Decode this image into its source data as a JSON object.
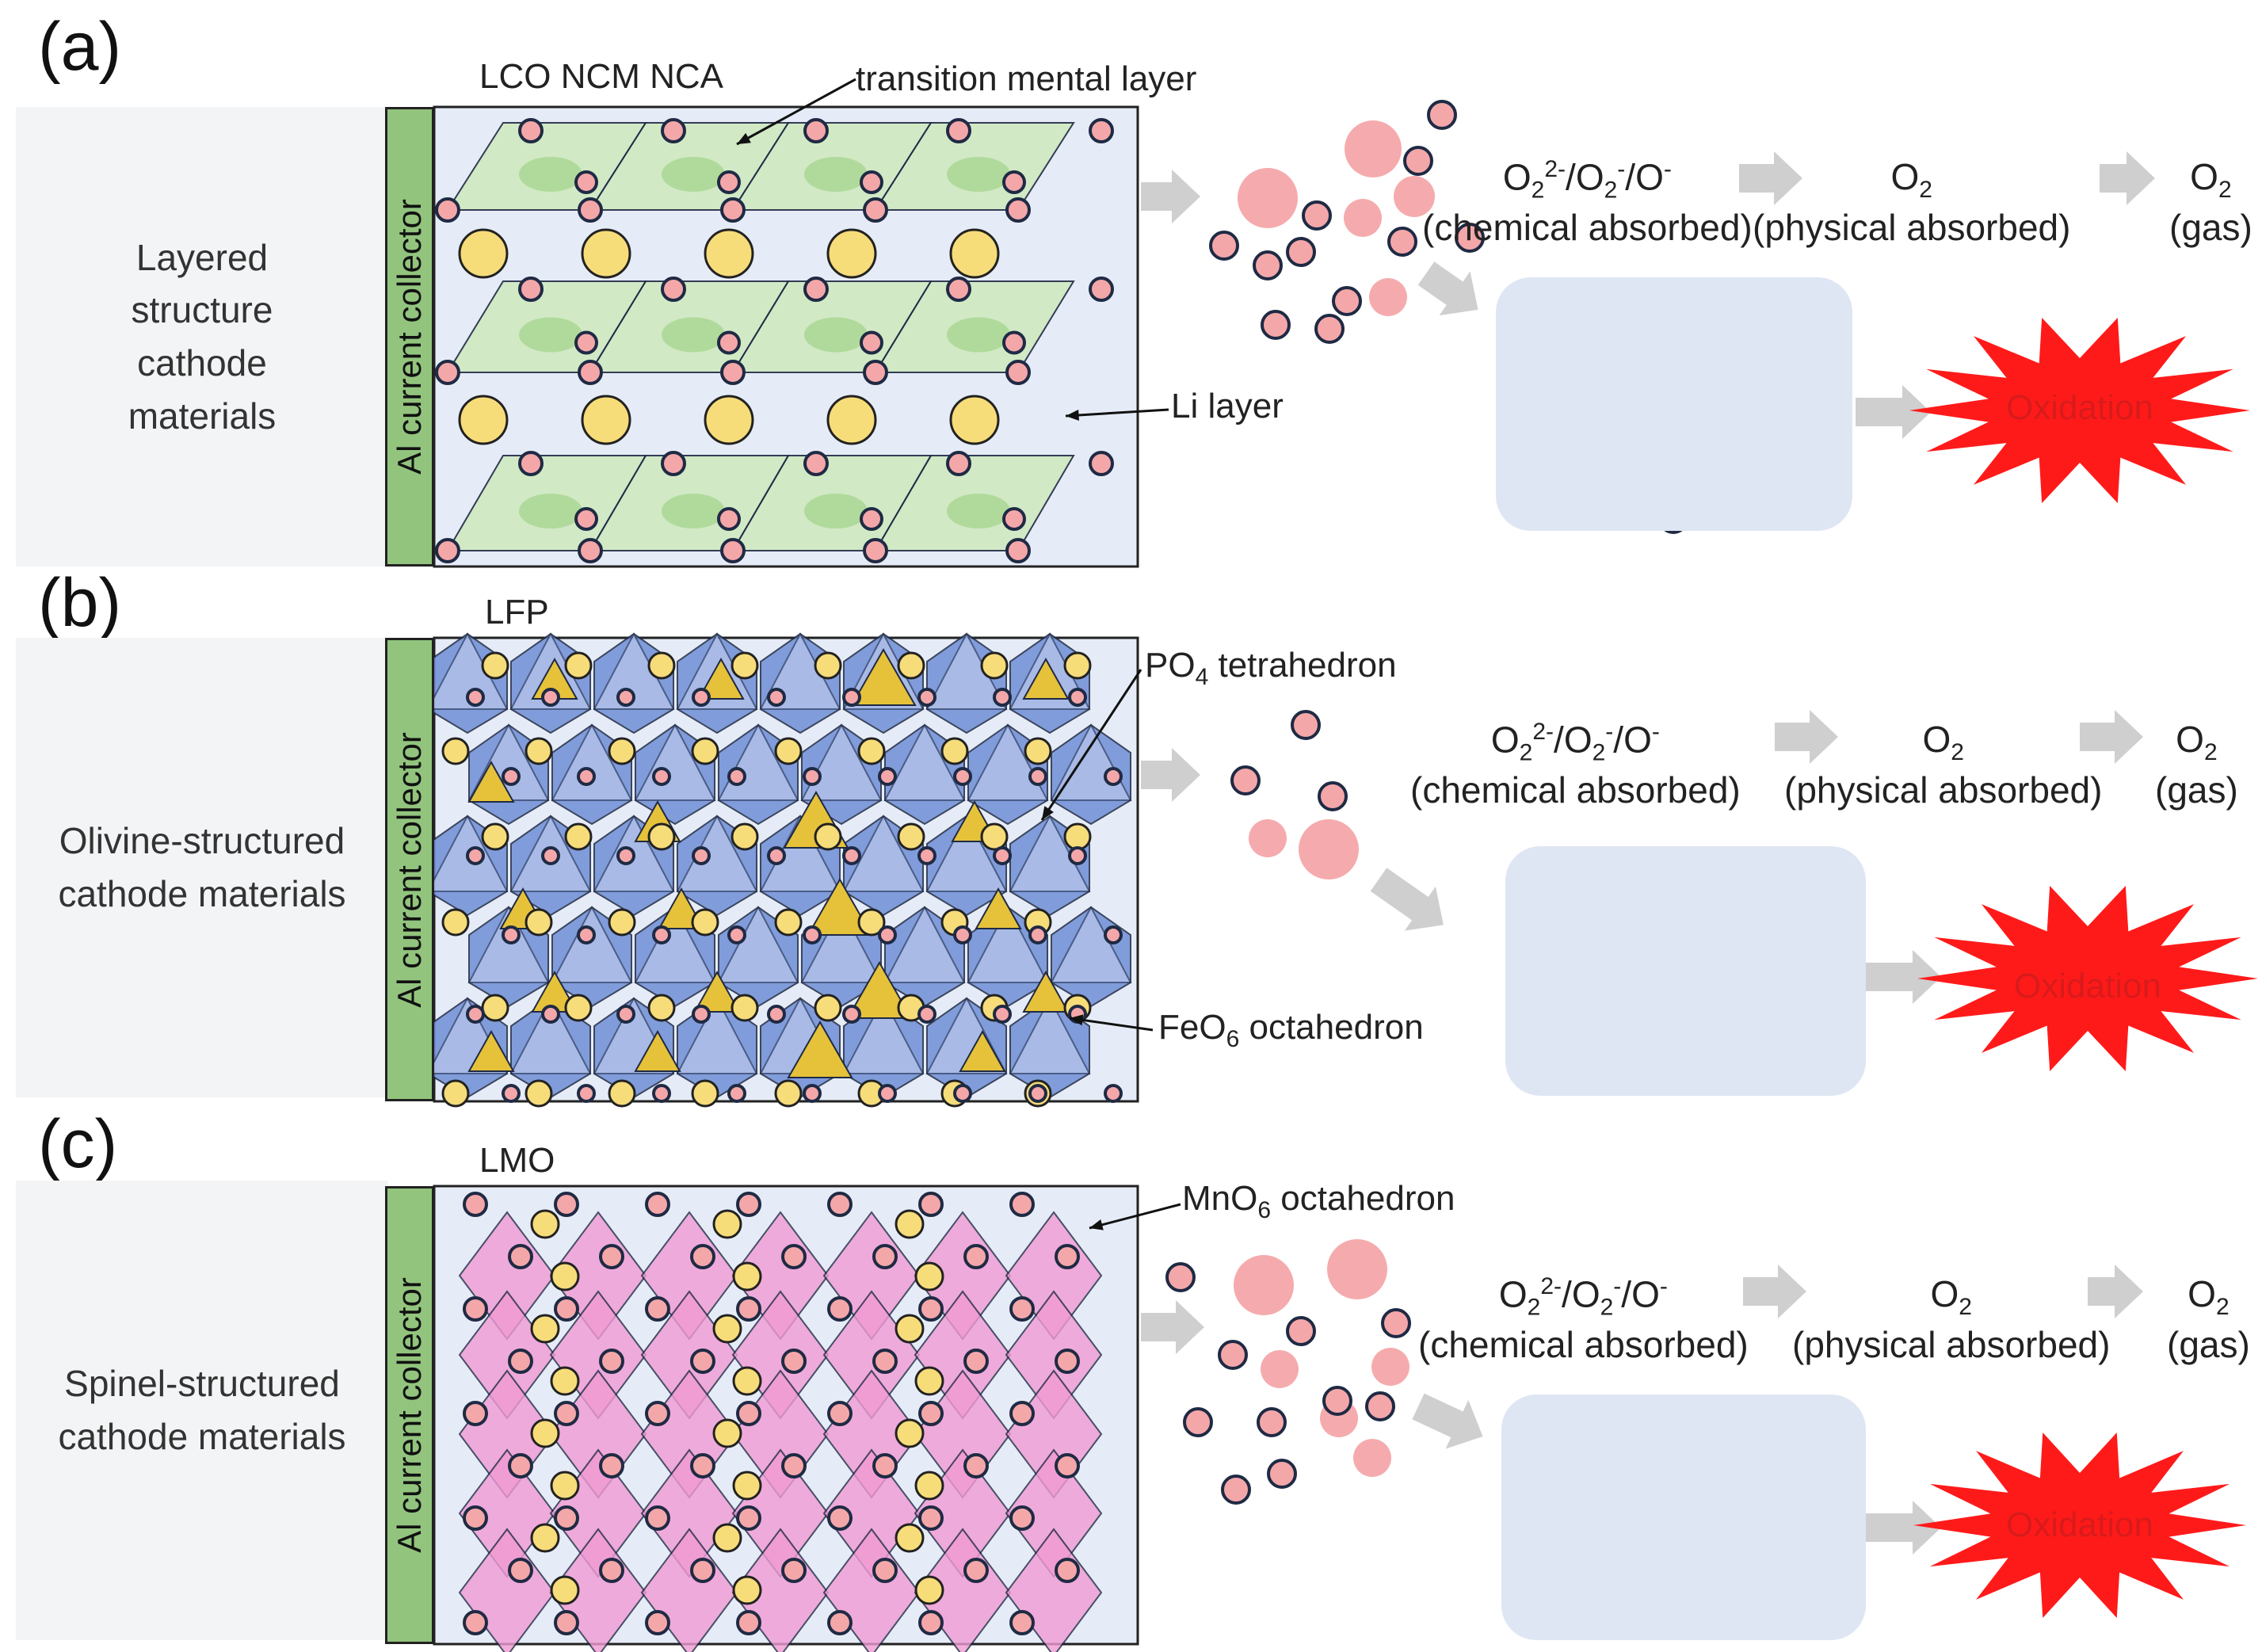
{
  "panels": [
    {
      "id": "a",
      "panel_label": "(a)",
      "side_lines": [
        "Layered",
        "structure",
        "cathode",
        "materials"
      ],
      "material_label": "LCO NCM NCA",
      "collector_label": "Al current collector",
      "annotations": [
        "transition mental layer",
        "Li layer"
      ],
      "stages": [
        {
          "line1": "O2^2-/O2^-/O^-",
          "line2": "(chemical absorbed)"
        },
        {
          "line1": "O2",
          "line2": "(physical absorbed)"
        },
        {
          "line1": "O2",
          "line2": "(gas)"
        }
      ],
      "result_label": "Oxidation"
    },
    {
      "id": "b",
      "panel_label": "(b)",
      "side_lines": [
        "Olivine-structured",
        "cathode materials"
      ],
      "material_label": "LFP",
      "collector_label": "Al current collector",
      "annotations": [
        "PO4 tetrahedron",
        "FeO6 octahedron"
      ],
      "stages": [
        {
          "line1": "O2^2-/O2^-/O^-",
          "line2": "(chemical absorbed)"
        },
        {
          "line1": "O2",
          "line2": "(physical absorbed)"
        },
        {
          "line1": "O2",
          "line2": "(gas)"
        }
      ],
      "result_label": "Oxidation"
    },
    {
      "id": "c",
      "panel_label": "(c)",
      "side_lines": [
        "Spinel-structured",
        "cathode materials"
      ],
      "material_label": "LMO",
      "collector_label": "Al current collector",
      "annotations": [
        "MnO6 octahedron"
      ],
      "stages": [
        {
          "line1": "O2^2-/O2^-/O^-",
          "line2": "(chemical absorbed)"
        },
        {
          "line1": "O2",
          "line2": "(physical absorbed)"
        },
        {
          "line1": "O2",
          "line2": "(gas)"
        }
      ],
      "result_label": "Oxidation"
    }
  ],
  "colors": {
    "oxygen_atom": "#f4a7a9",
    "oxygen_outline": "#1f2a44",
    "li_atom": "#f7dc7a",
    "transition_layer": "#cfe9c0",
    "fe_octahedron": "#6f8fd6",
    "po4_tetrahedron": "#e6c23a",
    "mn_octahedron": "#f19ad3",
    "collector": "#92c47d",
    "arrow": "#cfcfcf",
    "burst": "#ff1a1a"
  }
}
